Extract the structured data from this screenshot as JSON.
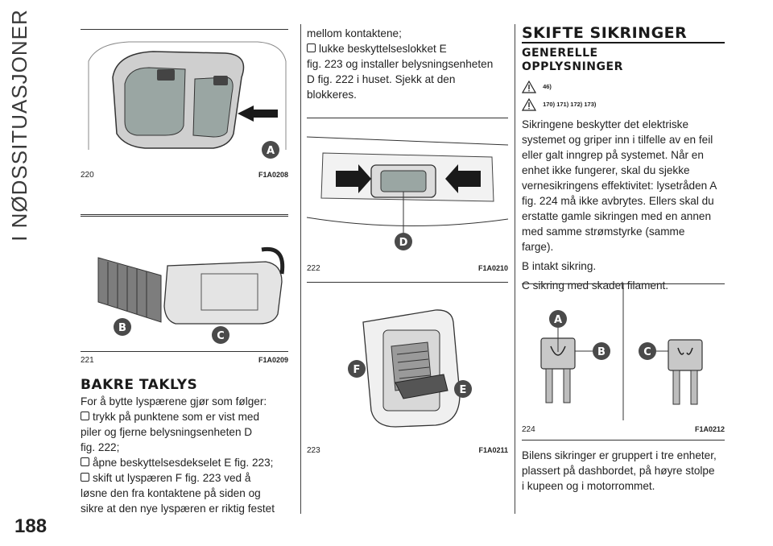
{
  "sidebar": {
    "section_title": "I NØDSSITUASJONER"
  },
  "page_number": "188",
  "figures": {
    "f220": {
      "number": "220",
      "code": "F1A0208",
      "labels": [
        "A"
      ]
    },
    "f221": {
      "number": "221",
      "code": "F1A0209",
      "labels": [
        "B",
        "C"
      ]
    },
    "f222": {
      "number": "222",
      "code": "F1A0210",
      "labels": [
        "D"
      ]
    },
    "f223": {
      "number": "223",
      "code": "F1A0211",
      "labels": [
        "F",
        "E"
      ]
    },
    "f224": {
      "number": "224",
      "code": "F1A0212",
      "labels": [
        "A",
        "B",
        "C"
      ]
    }
  },
  "rear_ceiling": {
    "heading": "BAKRE TAKLYS",
    "intro": "For å bytte lyspærene gjør som følger:",
    "steps": [
      [
        "trykk på punktene som er vist med",
        "piler og fjerne belysningsenheten D",
        "fig. 222;"
      ],
      [
        "åpne beskyttelsesdekselet E fig. 223;"
      ],
      [
        "skift ut lyspæren F fig. 223 ved å",
        "løsne den fra kontaktene på siden og",
        "sikre at den nye lyspæren er riktig festet"
      ]
    ],
    "continued": "mellom kontaktene;",
    "step4": [
      "lukke beskyttelseslokket E",
      "fig. 223 og installer belysningsenheten",
      "D fig. 222 i huset. Sjekk at den",
      "blokkeres."
    ]
  },
  "fuses": {
    "heading": "SKIFTE SIKRINGER",
    "subheading_line1": "GENERELLE",
    "subheading_line2": "OPPLYSNINGER",
    "warning_refs_1": "46)",
    "warning_refs_2": "170) 171) 172) 173)",
    "paragraph": [
      "Sikringene beskytter det elektriske",
      "systemet og griper inn i tilfelle av en feil",
      "eller galt inngrep på systemet. Når en",
      "enhet ikke fungerer, skal du sjekke",
      "vernesikringens effektivitet: lysetråden A",
      "fig. 224 må ikke avbrytes. Ellers skal du",
      "erstatte gamle sikringen med en annen",
      "med samme strømstyrke (samme",
      "farge)."
    ],
    "legend_b": "B intakt sikring.",
    "legend_c": "C sikring med skadet filament.",
    "footer": [
      "Bilens sikringer er gruppert i tre enheter,",
      "plassert på dashbordet, på høyre stolpe",
      "i kupeen og i motorrommet."
    ]
  },
  "colors": {
    "label_fill": "#4a4a4a",
    "rule": "#333333",
    "warning_yellow": "#ffffff"
  }
}
